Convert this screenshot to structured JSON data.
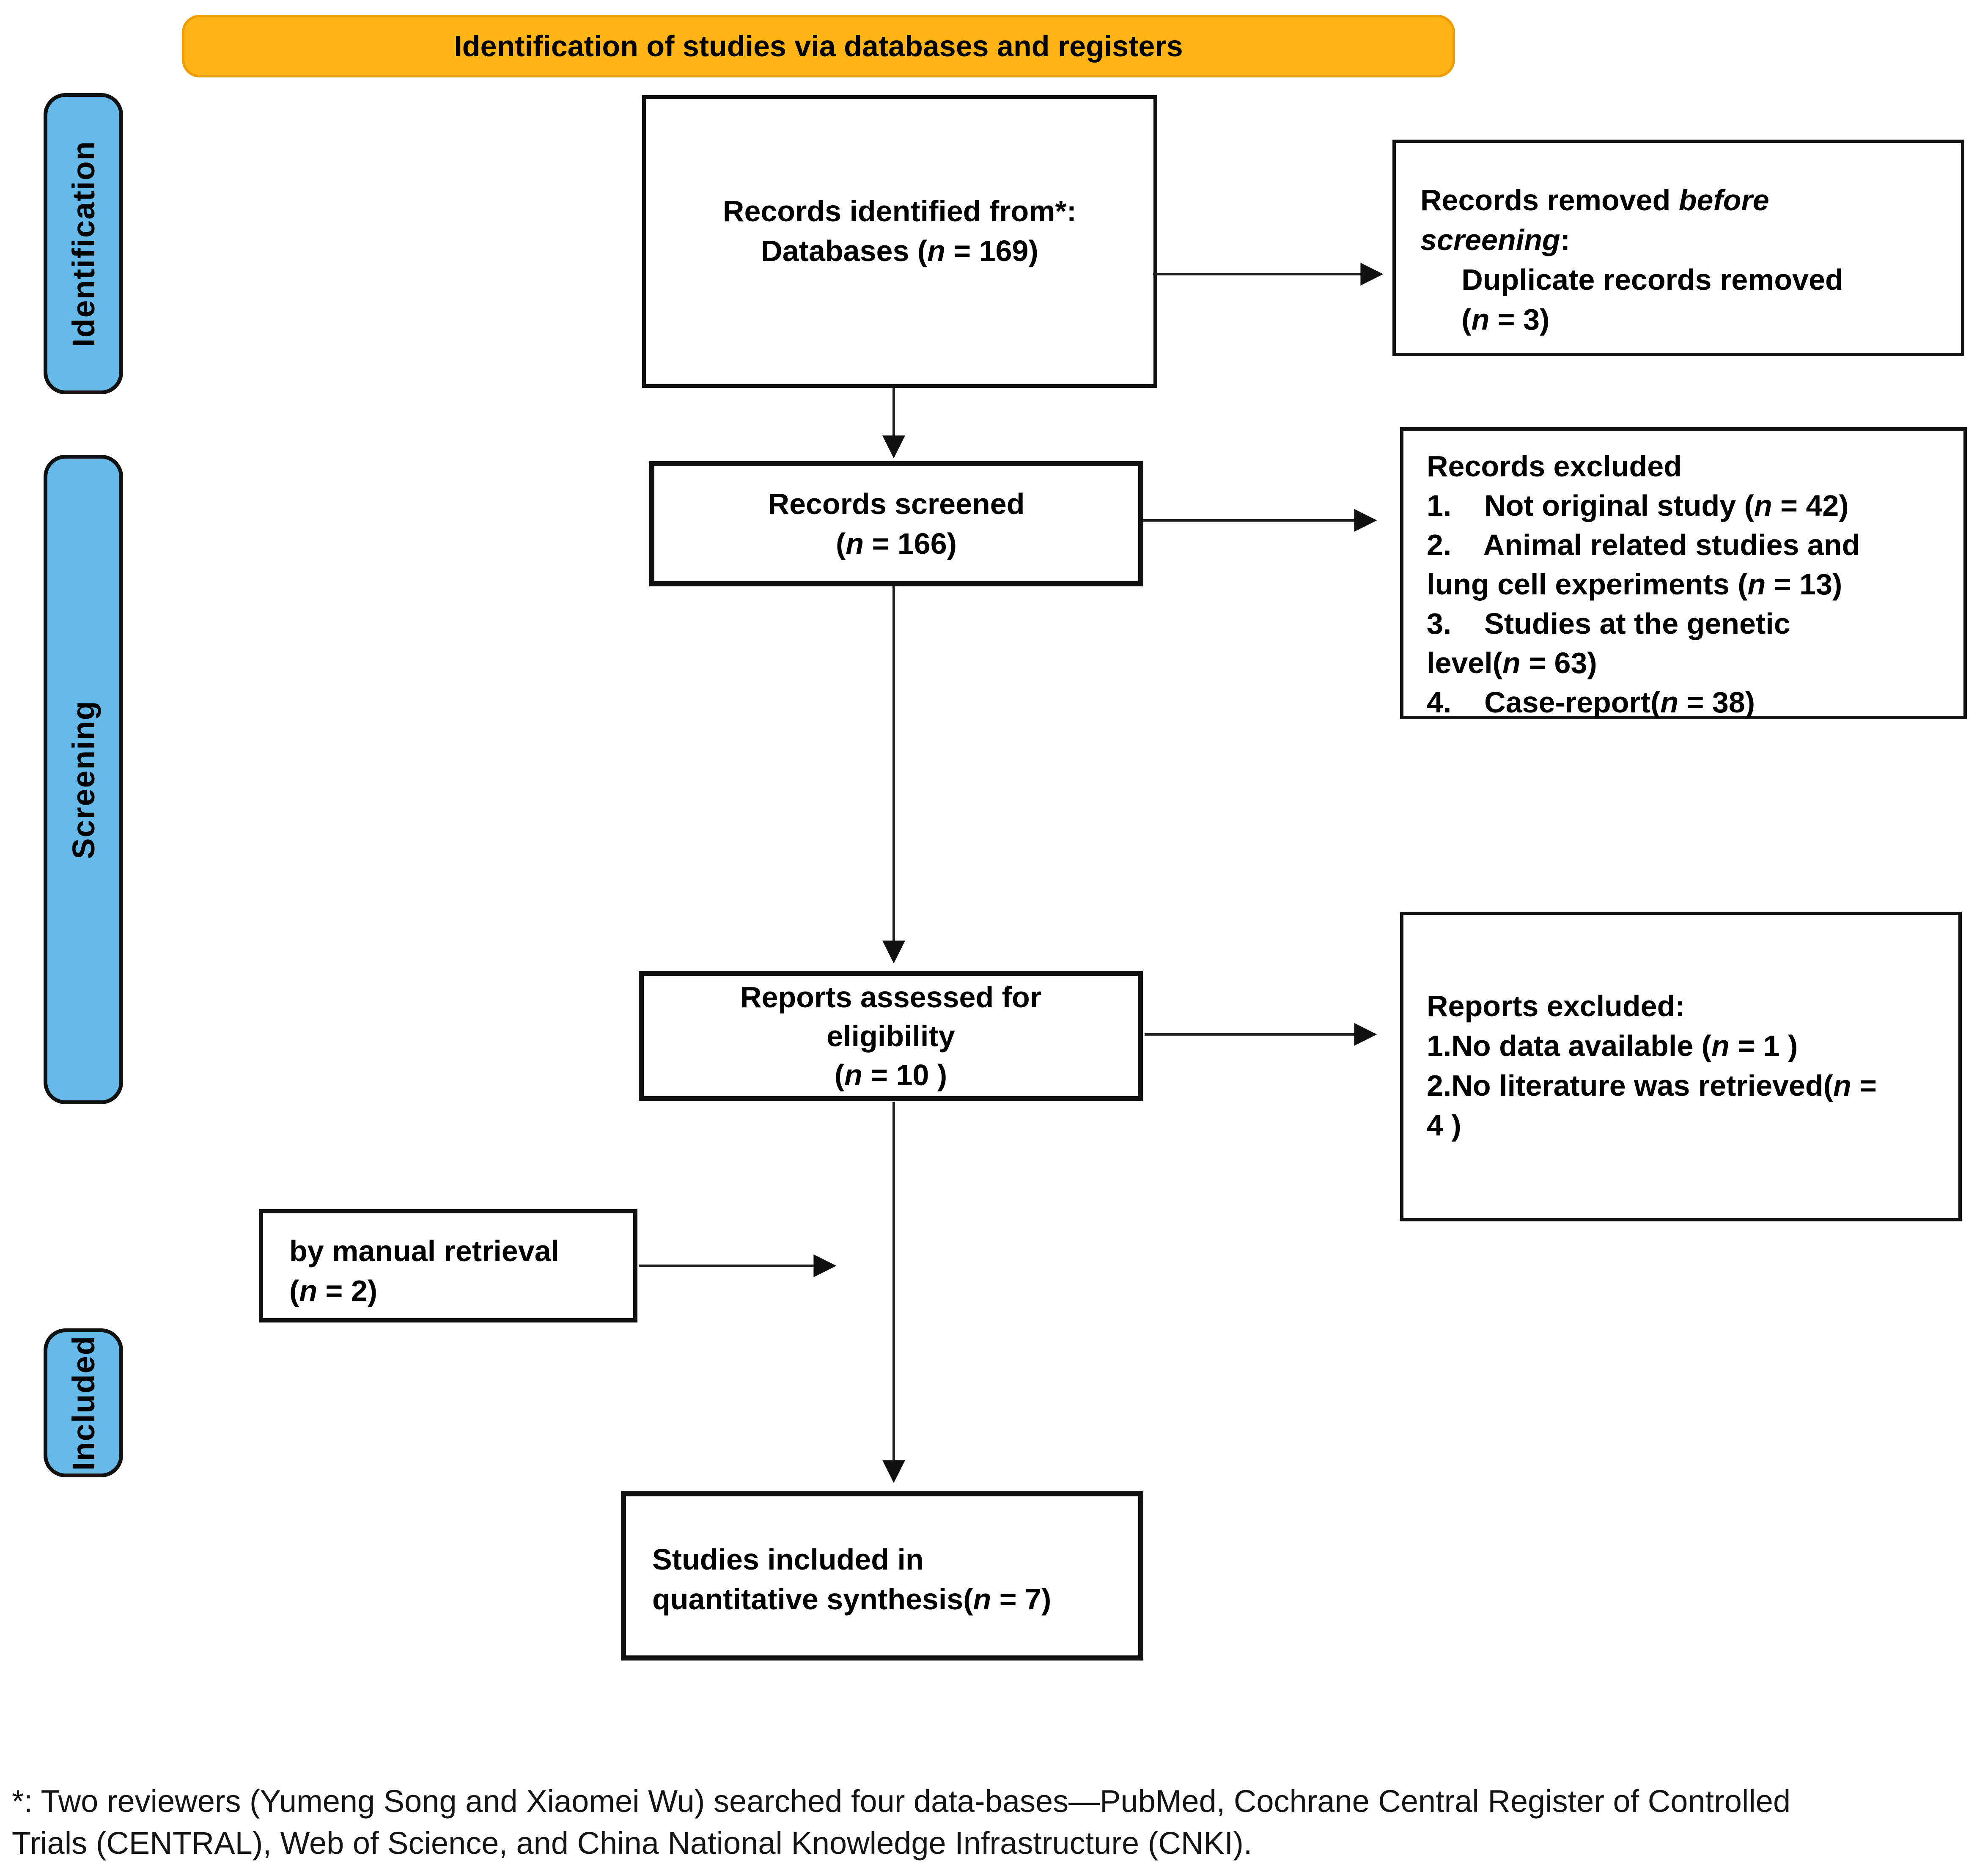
{
  "banner": {
    "title": "Identification of studies via databases and registers"
  },
  "sidebar": {
    "stages": [
      {
        "label": "Identification"
      },
      {
        "label": "Screening"
      },
      {
        "label": "Included"
      }
    ]
  },
  "boxes": {
    "identified": {
      "lines": [
        [
          {
            "t": "Records identified from*:"
          }
        ],
        [
          {
            "t": "Databases ("
          },
          {
            "t": "n",
            "i": 1
          },
          {
            "t": " = 169)"
          }
        ]
      ]
    },
    "removed": {
      "lines": [
        [
          {
            "t": "Records removed "
          },
          {
            "t": "before",
            "i": 1
          }
        ],
        [
          {
            "t": "screening",
            "i": 1
          },
          {
            "t": ":"
          }
        ],
        [
          {
            "t": "     Duplicate records removed"
          }
        ],
        [
          {
            "t": "     ("
          },
          {
            "t": "n",
            "i": 1
          },
          {
            "t": " = 3)"
          }
        ]
      ]
    },
    "screened": {
      "lines": [
        [
          {
            "t": "Records screened"
          }
        ],
        [
          {
            "t": "("
          },
          {
            "t": "n",
            "i": 1
          },
          {
            "t": " = 166)"
          }
        ]
      ]
    },
    "records_excluded": {
      "lines": [
        [
          {
            "t": "Records excluded"
          }
        ],
        [
          {
            "t": "1.    Not original study ("
          },
          {
            "t": "n",
            "i": 1
          },
          {
            "t": " = 42)"
          }
        ],
        [
          {
            "t": "2.    Animal related studies and"
          }
        ],
        [
          {
            "t": "lung cell experiments ("
          },
          {
            "t": "n",
            "i": 1
          },
          {
            "t": " = 13)"
          }
        ],
        [
          {
            "t": "3.    Studies at the genetic"
          }
        ],
        [
          {
            "t": "level("
          },
          {
            "t": "n",
            "i": 1
          },
          {
            "t": " = 63)"
          }
        ],
        [
          {
            "t": "4.    Case-report("
          },
          {
            "t": "n",
            "i": 1
          },
          {
            "t": " = 38)"
          }
        ]
      ]
    },
    "assessed": {
      "lines": [
        [
          {
            "t": "Reports assessed for"
          }
        ],
        [
          {
            "t": "eligibility"
          }
        ],
        [
          {
            "t": "("
          },
          {
            "t": "n",
            "i": 1
          },
          {
            "t": " = 10 )"
          }
        ]
      ]
    },
    "reports_excluded": {
      "lines": [
        [
          {
            "t": "Reports excluded:"
          }
        ],
        [
          {
            "t": "1.No data available ("
          },
          {
            "t": "n",
            "i": 1
          },
          {
            "t": " = 1 )"
          }
        ],
        [
          {
            "t": "2.No literature was retrieved("
          },
          {
            "t": "n",
            "i": 1
          },
          {
            "t": " ="
          }
        ],
        [
          {
            "t": "4 )"
          }
        ]
      ]
    },
    "manual": {
      "lines": [
        [
          {
            "t": "by manual retrieval"
          }
        ],
        [
          {
            "t": "("
          },
          {
            "t": "n",
            "i": 1
          },
          {
            "t": " = 2)"
          }
        ]
      ]
    },
    "included": {
      "lines": [
        [
          {
            "t": "Studies included in"
          }
        ],
        [
          {
            "t": "quantitative synthesis("
          },
          {
            "t": "n",
            "i": 1
          },
          {
            "t": " = 7)"
          }
        ]
      ]
    }
  },
  "footnote": {
    "lines": [
      [
        {
          "t": "*: Two reviewers (Yumeng Song and Xiaomei Wu) searched four data-bases—PubMed, Cochrane Central Register of Controlled"
        }
      ],
      [
        {
          "t": "Trials (CENTRAL), Web of Science, and China National Knowledge Infrastructure (CNKI)."
        }
      ]
    ]
  },
  "colors": {
    "banner_fill": "#FCB514",
    "banner_border": "#F09C00",
    "stage_fill": "#66BAE9",
    "stage_border": "#111111",
    "box_border": "#111111",
    "arrow": "#222222",
    "text": "#000000"
  }
}
